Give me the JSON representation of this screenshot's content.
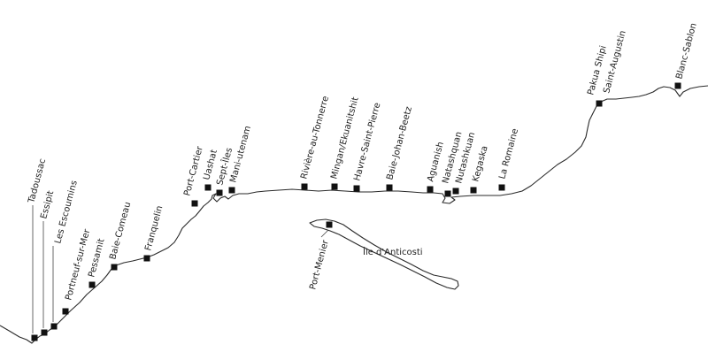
{
  "colors": {
    "coastline": "#2a2a2a",
    "marker": "#111111",
    "label": "#222222",
    "background": "#ffffff"
  },
  "island": {
    "name": "Île d'Anticosti"
  },
  "places": [
    {
      "id": "tadoussac",
      "name": "Tadoussac"
    },
    {
      "id": "essipit",
      "name": "Essipit"
    },
    {
      "id": "les-escoumins",
      "name": "Les Escoumins"
    },
    {
      "id": "portneuf-sur-mer",
      "name": "Portneuf-sur-Mer"
    },
    {
      "id": "pessamit",
      "name": "Pessamit"
    },
    {
      "id": "baie-comeau",
      "name": "Baie-Comeau"
    },
    {
      "id": "franquelin",
      "name": "Franquelin"
    },
    {
      "id": "port-cartier",
      "name": "Port-Cartier"
    },
    {
      "id": "uashat",
      "name": "Uashat"
    },
    {
      "id": "sept-iles",
      "name": "Sept-Îles"
    },
    {
      "id": "mani-utenam",
      "name": "Mani-utenam"
    },
    {
      "id": "riviere-au-tonnerre",
      "name": "Rivière-au-Tonnerre"
    },
    {
      "id": "mingan-ekuanitshit",
      "name": "Mingan/Ekuanitshit"
    },
    {
      "id": "havre-saint-pierre",
      "name": "Havre-Saint-Pierre"
    },
    {
      "id": "baie-johan-beetz",
      "name": "Baie-Johan-Beetz"
    },
    {
      "id": "aguanish",
      "name": "Aguanish"
    },
    {
      "id": "natashquan",
      "name": "Natashquan"
    },
    {
      "id": "nutashkuan",
      "name": "Nutashkuan"
    },
    {
      "id": "kegaska",
      "name": "Kegaska"
    },
    {
      "id": "la-romaine",
      "name": "La Romaine"
    },
    {
      "id": "pakua-shipi",
      "name": "Pakua Shipi"
    },
    {
      "id": "saint-augustin",
      "name": "Saint-Augustin"
    },
    {
      "id": "blanc-sablon",
      "name": "Blanc-Sablon"
    },
    {
      "id": "port-menier",
      "name": "Port-Menier"
    }
  ]
}
